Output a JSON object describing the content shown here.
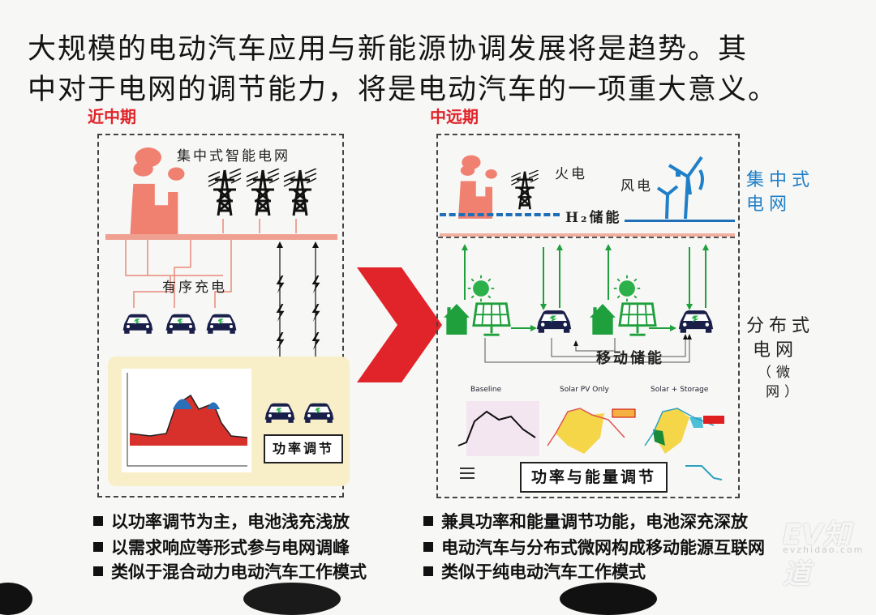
{
  "title": {
    "line1": "大规模的电动汽车应用与新能源协调发展将是趋势。其",
    "line2": "中对于电网的调节能力，将是电动汽车的一项重大意义。"
  },
  "left": {
    "period": "近中期",
    "grid_label": "集中式智能电网",
    "ordered_charging": "有序充电",
    "power_box": "功率调节"
  },
  "right": {
    "period": "中远期",
    "thermal": "火电",
    "wind": "风电",
    "h2_storage": "H₂储能",
    "mobile_storage": "移动储能",
    "energy_box": "功率与能量调节",
    "charts": [
      {
        "title": "Baseline"
      },
      {
        "title": "Solar PV Only"
      },
      {
        "title": "Solar + Storage"
      }
    ]
  },
  "side_labels": {
    "central_1": "集中式",
    "central_2": "电网",
    "dist_1": "分布式",
    "dist_2": "电网",
    "dist_3": "（微",
    "dist_4": "网）"
  },
  "bullets_left": [
    "以功率调节为主，电池浅充浅放",
    "以需求响应等形式参与电网调峰",
    "类似于混合动力电动汽车工作模式"
  ],
  "bullets_right": [
    "兼具功率和能量调节功能，电池深充深放",
    "电动汽车与分布式微网构成移动能源互联网",
    "类似于纯电动汽车工作模式"
  ],
  "watermark": {
    "text": "EV知道",
    "url": "evzhidao.com"
  },
  "colors": {
    "red": "#e0242a",
    "pink": "#f08070",
    "green": "#1fa03c",
    "blue": "#1f7fc8",
    "navy": "#1a1f4a"
  }
}
